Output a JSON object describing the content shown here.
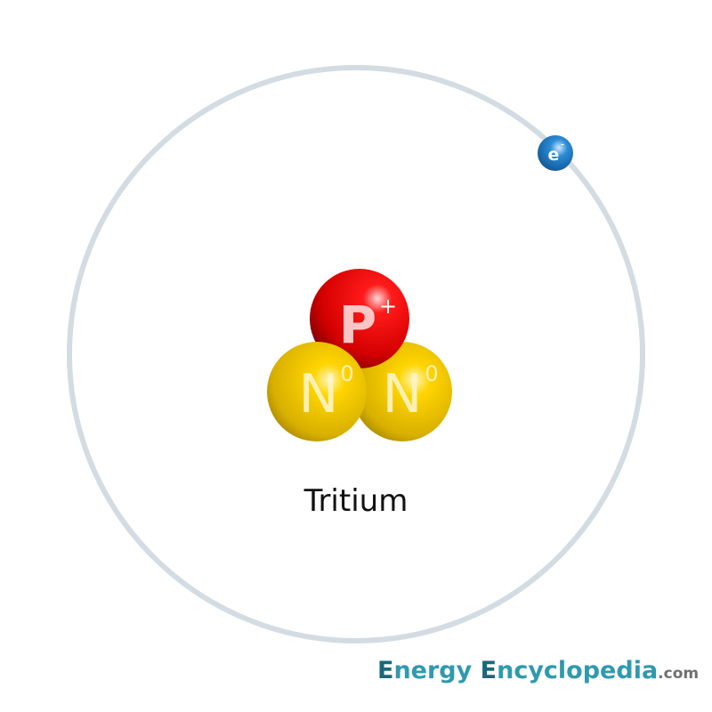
{
  "diagram": {
    "label": "Tritium",
    "proton": {
      "letter": "P",
      "charge": "+"
    },
    "neutrons": [
      {
        "letter": "N",
        "charge": "0"
      },
      {
        "letter": "N",
        "charge": "0"
      }
    ],
    "electron": {
      "letter": "e",
      "charge": "-"
    },
    "colors": {
      "proton": "#e00000",
      "neutron": "#e6c200",
      "electron": "#1f7fc4",
      "orbit": "#d3dce2"
    }
  },
  "logo": {
    "word1_cap": "E",
    "word1_rest": "nergy ",
    "word2_cap": "E",
    "word2_rest": "ncyclopedia",
    "suffix": ".com"
  }
}
